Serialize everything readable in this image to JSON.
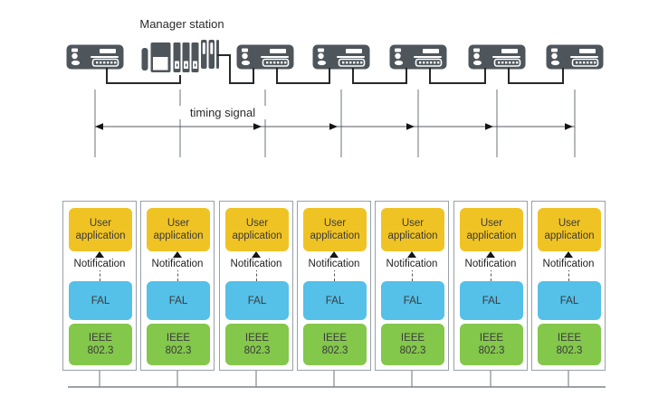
{
  "top": {
    "manager_station_label": "Manager station",
    "timing_signal_label": "timing signal",
    "units": [
      {
        "icon": "network-device-icon"
      },
      {
        "icon": "manager-station-icon"
      },
      {
        "icon": "network-device-icon"
      },
      {
        "icon": "network-device-icon"
      },
      {
        "icon": "network-device-icon"
      },
      {
        "icon": "network-device-icon"
      },
      {
        "icon": "network-device-icon"
      }
    ]
  },
  "stack": {
    "column_count": 7,
    "labels": {
      "user_application": "User\napplication",
      "notification": "Notification",
      "fal": "FAL",
      "ieee": "IEEE\n802.3"
    }
  },
  "colors": {
    "user_application_box": "#F0C325",
    "fal_box": "#55C0E8",
    "ieee_box": "#83C74B",
    "device_icon": "#4E565C"
  }
}
